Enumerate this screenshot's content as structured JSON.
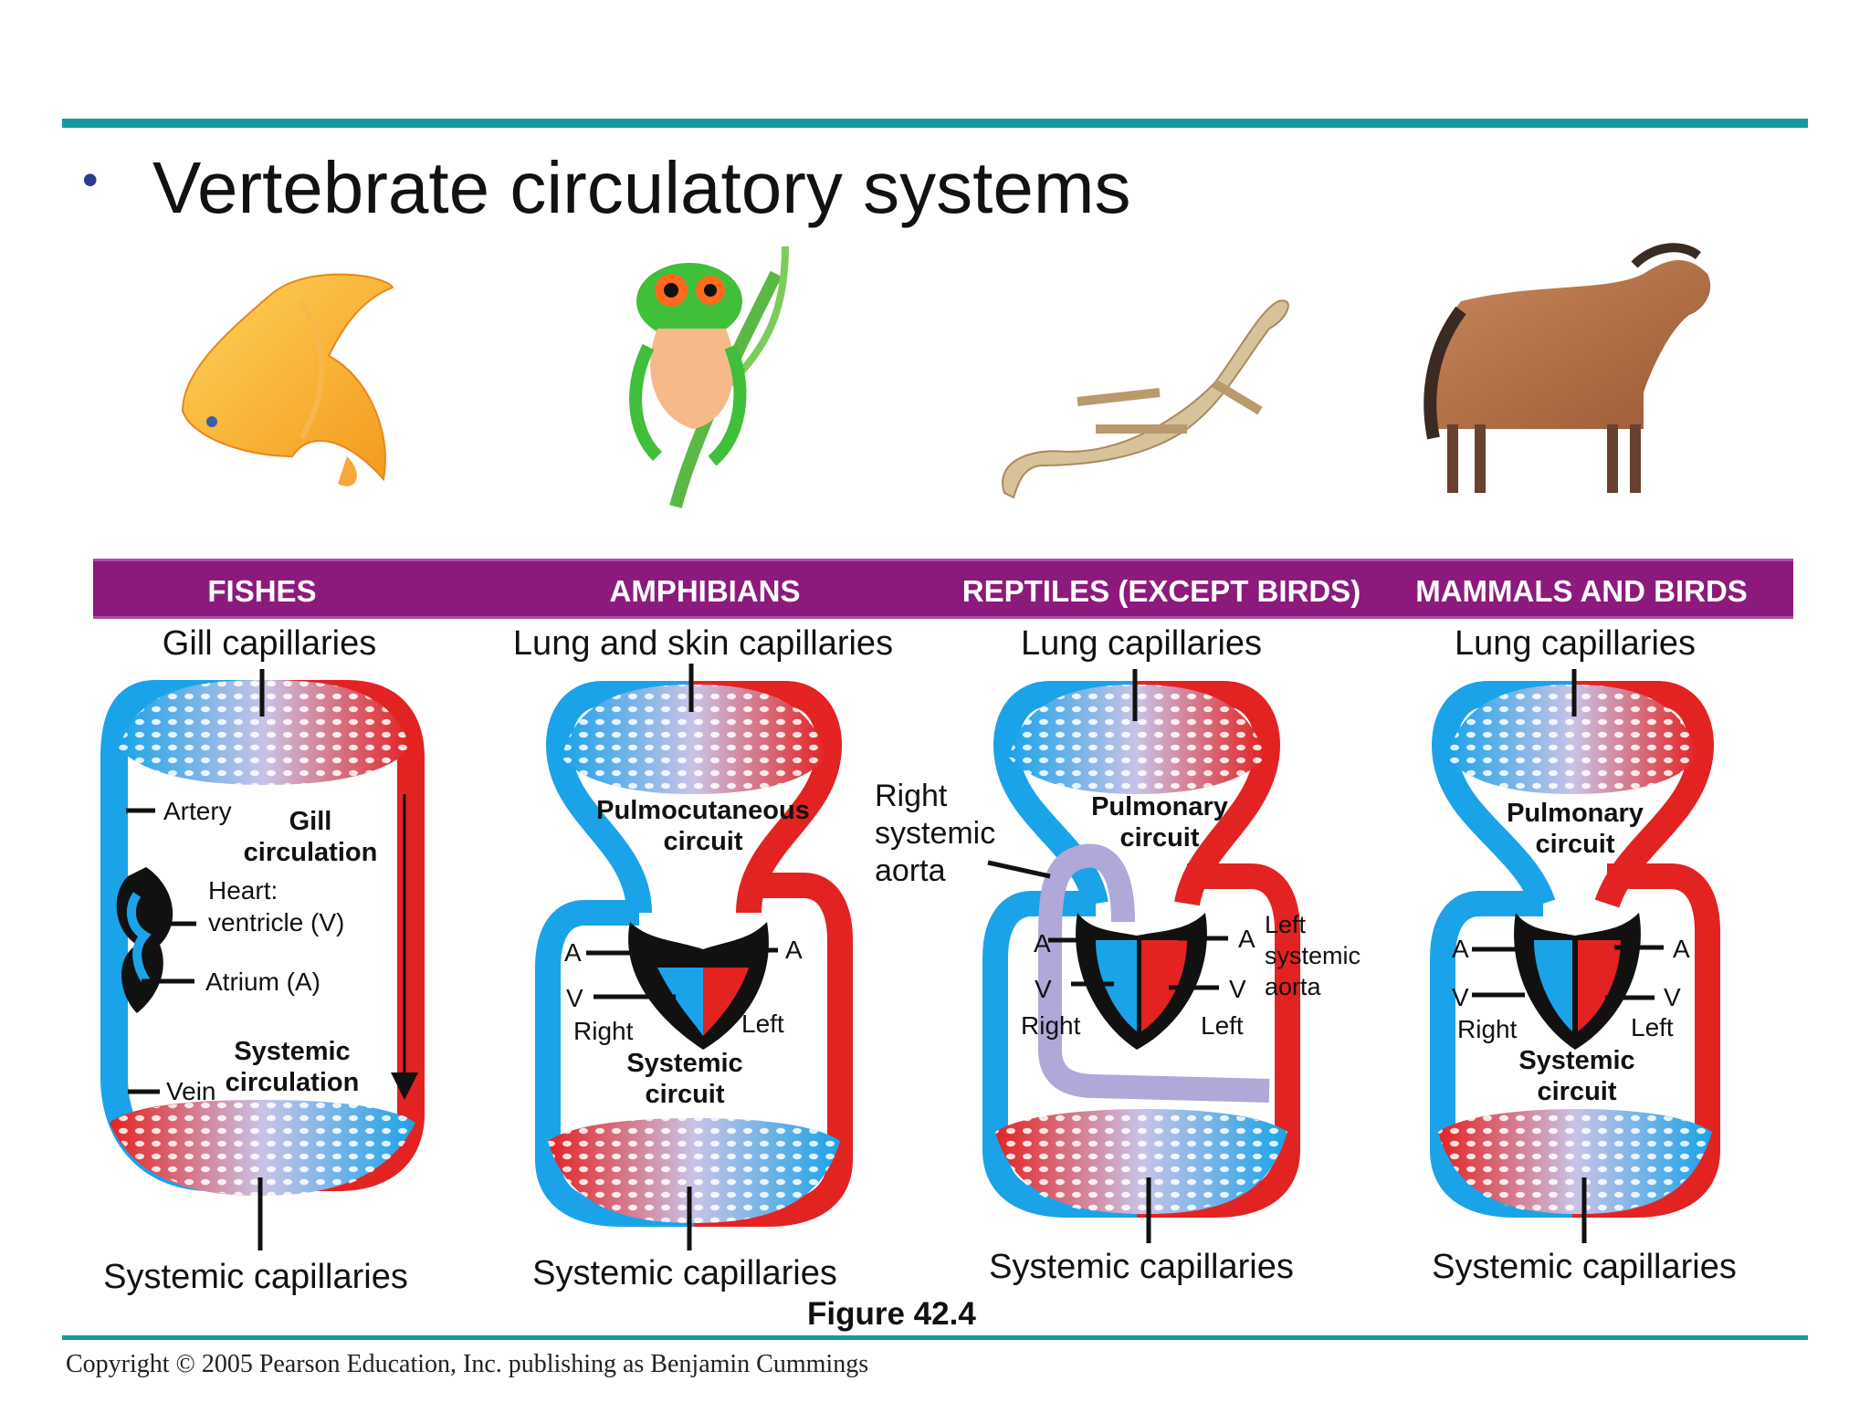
{
  "slide": {
    "bullet": "•",
    "title": "Vertebrate circulatory systems",
    "figure_label": "Figure 42.4",
    "copyright": "Copyright © 2005 Pearson Education, Inc. publishing as Benjamin Cummings"
  },
  "colors": {
    "accent_line": "#17989a",
    "header_band": "#8c1a7c",
    "oxygen_poor": "#1aa3e8",
    "oxygen_rich": "#e32222",
    "mixed_aorta": "#b0a8d8"
  },
  "columns": [
    {
      "header": "FISHES",
      "animal_icon": "fish-icon",
      "top_capillaries": "Gill capillaries",
      "bottom_capillaries": "Systemic capillaries",
      "upper_circuit": [
        "Gill",
        "circulation"
      ],
      "lower_circuit": [
        "Systemic",
        "circulation"
      ],
      "labels": {
        "artery": "Artery",
        "heart": "Heart:",
        "ventricle": "ventricle (V)",
        "atrium": "Atrium (A)",
        "vein": "Vein"
      }
    },
    {
      "header": "AMPHIBIANS",
      "animal_icon": "frog-icon",
      "top_capillaries": "Lung and skin capillaries",
      "bottom_capillaries": "Systemic capillaries",
      "upper_circuit": [
        "Pulmocutaneous",
        "circuit"
      ],
      "lower_circuit": [
        "Systemic",
        "circuit"
      ],
      "labels": {
        "a_left": "A",
        "a_right": "A",
        "v": "V",
        "right": "Right",
        "left": "Left"
      }
    },
    {
      "header": "REPTILES (EXCEPT BIRDS)",
      "animal_icon": "lizard-icon",
      "top_capillaries": "Lung capillaries",
      "bottom_capillaries": "Systemic capillaries",
      "upper_circuit": [
        "Pulmonary",
        "circuit"
      ],
      "labels": {
        "right_aorta": [
          "Right",
          "systemic",
          "aorta"
        ],
        "left_aorta": [
          "Left",
          "systemic",
          "aorta"
        ],
        "a_left": "A",
        "a_right": "A",
        "v_left": "V",
        "v_right": "V",
        "right": "Right",
        "left": "Left"
      }
    },
    {
      "header": "MAMMALS AND BIRDS",
      "animal_icon": "horse-icon",
      "top_capillaries": "Lung capillaries",
      "bottom_capillaries": "Systemic capillaries",
      "upper_circuit": [
        "Pulmonary",
        "circuit"
      ],
      "lower_circuit": [
        "Systemic",
        "circuit"
      ],
      "labels": {
        "a_left": "A",
        "a_right": "A",
        "v_left": "V",
        "v_right": "V",
        "right": "Right",
        "left": "Left"
      }
    }
  ]
}
